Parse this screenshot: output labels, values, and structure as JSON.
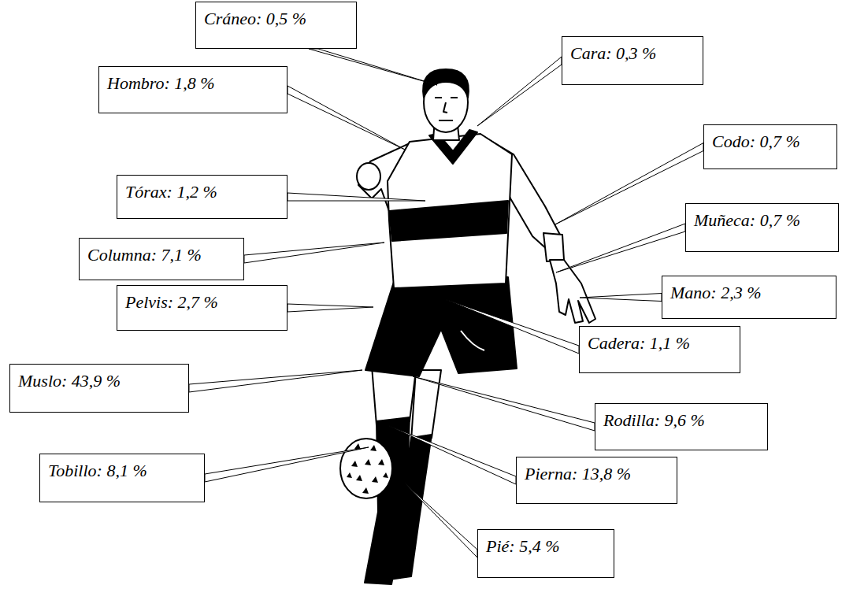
{
  "diagram": {
    "nodes": [
      {
        "text": [
          "Cráneo: 0,5 %"
        ]
      },
      {
        "text": [
          "Cara: 0,3 %"
        ]
      },
      {
        "text": [
          "Hombro: 1,8 %"
        ]
      },
      {
        "text": [
          "Codo: 0,7 %"
        ]
      },
      {
        "text": [
          "Tórax: 1,2 %"
        ]
      },
      {
        "text": [
          "Muñeca: 0,7 %"
        ]
      },
      {
        "text": [
          "Columna: 7,1 %"
        ]
      },
      {
        "text": [
          "Mano: 2,3 %"
        ]
      },
      {
        "text": [
          "Pelvis: 2,7 %"
        ]
      },
      {
        "text": [
          "Cadera: 1,1 %"
        ]
      },
      {
        "text": [
          "Muslo: 43,9 %"
        ]
      },
      {
        "text": [
          "Rodilla: 9,6 %"
        ]
      },
      {
        "text": [
          "Tobillo: 8,1 %"
        ]
      },
      {
        "text": [
          "Pierna: 13,8 %"
        ]
      },
      {
        "text": [
          "Pié: 5,4 %"
        ]
      }
    ]
  }
}
